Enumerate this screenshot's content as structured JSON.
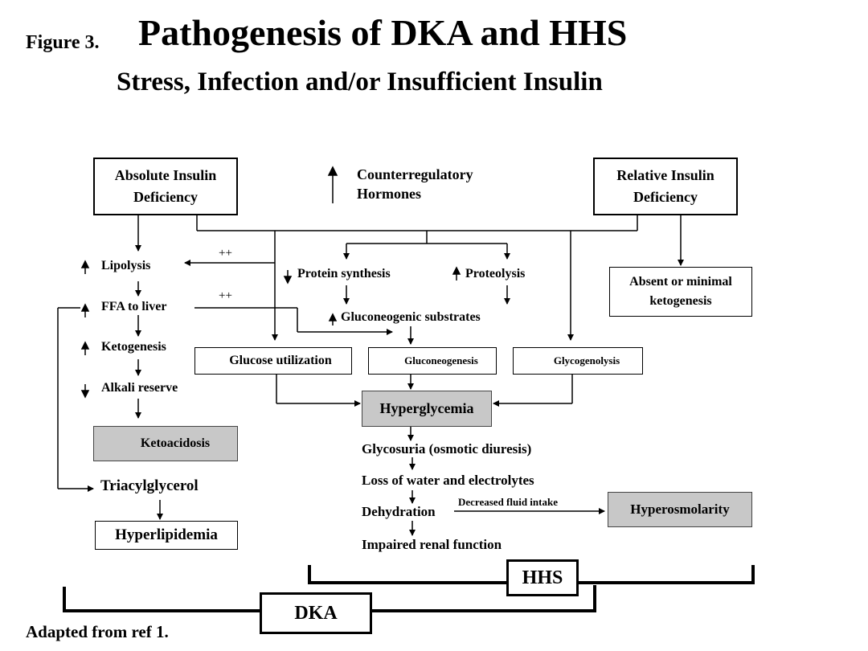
{
  "figure": {
    "label": "Figure 3.",
    "title": "Pathogenesis of DKA and HHS",
    "subtitle": "Stress, Infection and/or Insufficient Insulin"
  },
  "nodes": {
    "absolute_insulin": "Absolute Insulin\nDeficiency",
    "counterregulatory": "Counterregulatory\nHormones",
    "relative_insulin": "Relative Insulin\nDeficiency",
    "lipolysis": "Lipolysis",
    "ffa_liver": "FFA to liver",
    "ketogenesis": "Ketogenesis",
    "alkali_reserve": "Alkali reserve",
    "ketoacidosis": "Ketoacidosis",
    "triacylglycerol": "Triacylglycerol",
    "hyperlipidemia": "Hyperlipidemia",
    "protein_synthesis": "Protein synthesis",
    "proteolysis": "Proteolysis",
    "gluconeogenic_substrates": "Gluconeogenic substrates",
    "glucose_utilization": "Glucose utilization",
    "gluconeogenesis": "Gluconeogenesis",
    "glycogenolysis": "Glycogenolysis",
    "absent_ketogenesis": "Absent or minimal\nketogenesis",
    "hyperglycemia": "Hyperglycemia",
    "glycosuria": "Glycosuria (osmotic diuresis)",
    "loss_water": "Loss of water and electrolytes",
    "dehydration": "Dehydration",
    "decreased_fluid": "Decreased fluid intake",
    "hyperosmolarity": "Hyperosmolarity",
    "impaired_renal": "Impaired renal function"
  },
  "annotations": {
    "plus_plus": "++"
  },
  "groups": {
    "hhs": "HHS",
    "dka": "DKA"
  },
  "footer": {
    "source": "Adapted from ref 1."
  }
}
